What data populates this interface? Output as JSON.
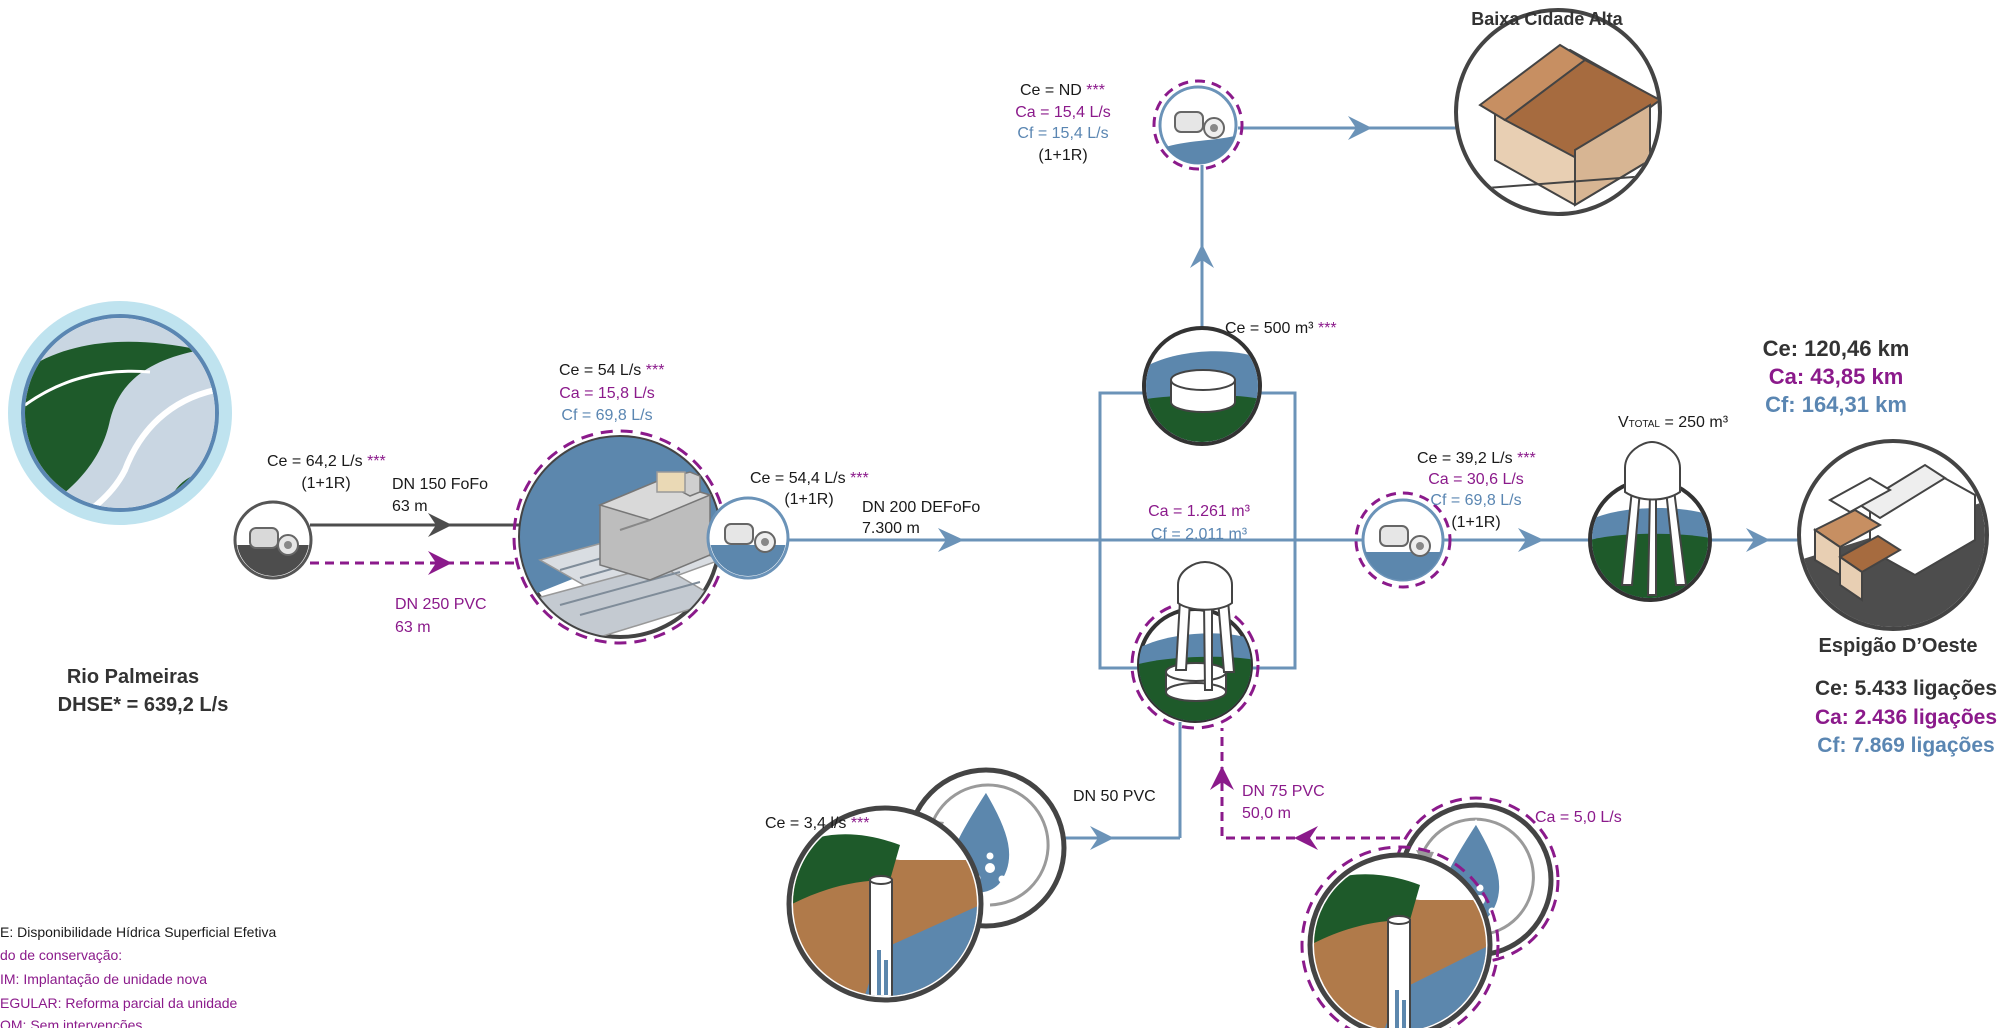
{
  "colors": {
    "existing": "#4d4d4d",
    "new": "#8b1a8b",
    "future": "#5a86b2",
    "pipe": "#6b93b8",
    "ground_green": "#1e5a2a",
    "soil": "#b07a4a",
    "water": "#5c87ad"
  },
  "river": {
    "name": "Rio Palmeiras",
    "dhse": "DHSE* = 639,2 L/s"
  },
  "pump_intake": {
    "ce": "Ce = 64,2 L/s",
    "stars": "***",
    "config": "(1+1R)"
  },
  "pipe_intake_existing": {
    "dn": "DN 150 FoFo",
    "length": "63 m"
  },
  "pipe_intake_new": {
    "dn": "DN 250 PVC",
    "length": "63 m"
  },
  "treatment": {
    "ce": "Ce = 54 L/s",
    "stars": "***",
    "ca": "Ca = 15,8 L/s",
    "cf": "Cf = 69,8 L/s"
  },
  "pump_treated": {
    "ce": "Ce = 54,4 L/s",
    "stars": "***",
    "config": "(1+1R)"
  },
  "pipe_main": {
    "dn": "DN 200 DEFoFo",
    "length": "7.300 m"
  },
  "reservoir_ground": {
    "ce": "Ce = 500 m³",
    "stars": "***"
  },
  "reservoir_total": {
    "ca": "Ca = 1.261 m³",
    "cf": "Cf = 2.011 m³"
  },
  "pump_upper": {
    "ce": "Ce = ND",
    "stars": "***",
    "ca": "Ca = 15,4 L/s",
    "cf": "Cf = 15,4 L/s",
    "config": "(1+1R)"
  },
  "district_upper": {
    "name": "Baixa Cidade Alta"
  },
  "pump_city": {
    "ce": "Ce = 39,2 L/s",
    "stars": "***",
    "ca": "Ca = 30,6 L/s",
    "cf": "Cf = 69,8 L/s",
    "config": "(1+1R)"
  },
  "elevated_tank": {
    "v_prefix": "V",
    "v_sub": "TOTAL",
    "v_value": "= 250 m³"
  },
  "city": {
    "name": "Espigão D’Oeste",
    "network_ce": "Ce: 120,46 km",
    "network_ca": "Ca: 43,85 km",
    "network_cf": "Cf: 164,31 km",
    "conn_ce": "Ce: 5.433 ligações",
    "conn_ca": "Ca: 2.436 ligações",
    "conn_cf": "Cf: 7.869 ligações"
  },
  "well_existing": {
    "ce": "Ce = 3,4 l/s",
    "stars": "***",
    "pipe_dn": "DN 50 PVC"
  },
  "well_new": {
    "ca": "Ca = 5,0 L/s",
    "pipe_dn": "DN 75 PVC",
    "pipe_length": "50,0 m"
  },
  "legend": {
    "line1": "E: Disponibilidade Hídrica Superficial Efetiva",
    "line2": "do de conservação:",
    "line3": "IM: Implantação de unidade nova",
    "line4": "EGULAR: Reforma parcial da unidade",
    "line5": "OM: Sem intervenções"
  }
}
